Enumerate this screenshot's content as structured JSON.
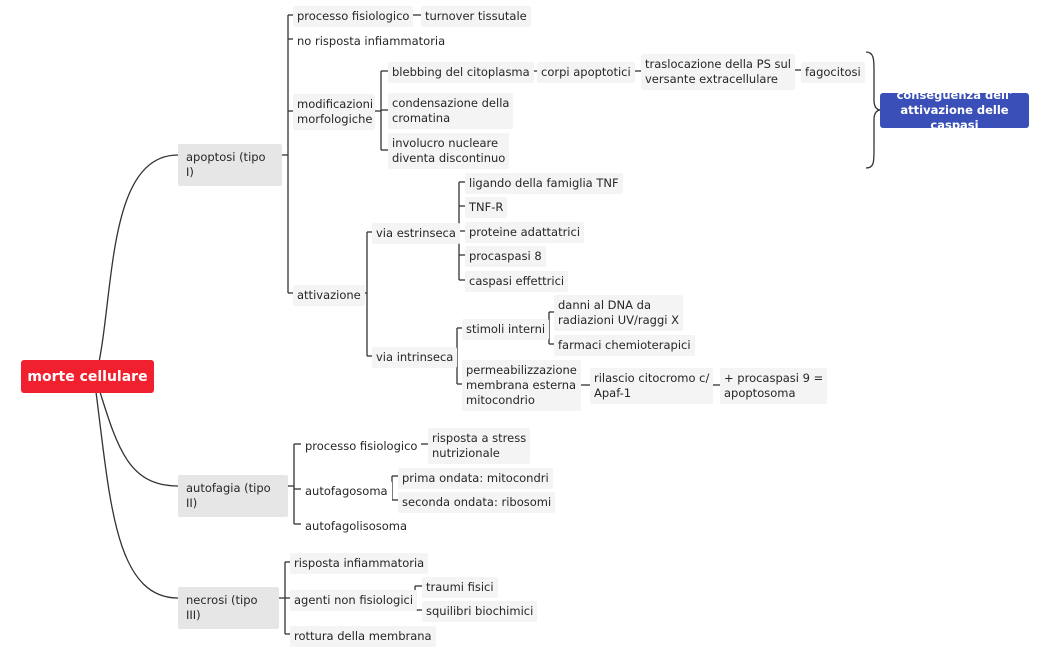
{
  "root": "morte cellulare",
  "callout": "conseguenza dell'\nattivazione delle caspasi",
  "main": {
    "apoptosi": "apoptosi (tipo I)",
    "autofagia": "autofagia (tipo II)",
    "necrosi": "necrosi (tipo III)"
  },
  "apoptosi": {
    "processo": "processo fisiologico",
    "turnover": "turnover tissutale",
    "no_infiammatoria": "no risposta infiammatoria",
    "modificazioni": "modificazioni\nmorfologiche",
    "blebbing": "blebbing del citoplasma",
    "corpi": "corpi apoptotici",
    "traslocazione": "traslocazione della PS sul\nversante extracellulare",
    "fagocitosi": "fagocitosi",
    "condensazione": "condensazione della\ncromatina",
    "involucro": "involucro nucleare\ndiventa discontinuo",
    "attivazione": "attivazione",
    "estrinseca": "via estrinseca",
    "ligando": "ligando della famiglia TNF",
    "tnfr": "TNF-R",
    "proteine": "proteine adattatrici",
    "procaspasi8": "procaspasi 8",
    "caspasi": "caspasi effettrici",
    "intrinseca": "via intrinseca",
    "stimoli": "stimoli interni",
    "danni": "danni al DNA da\nradiazioni UV/raggi X",
    "farmaci": "farmaci chemioterapici",
    "permeabilizzazione": "permeabilizzazione\nmembrana esterna\nmitocondrio",
    "rilascio": "rilascio citocromo c/\nApaf-1",
    "apoptosoma": "+ procaspasi 9 =\napoptosoma"
  },
  "autofagia": {
    "processo": "processo fisiologico",
    "risposta": "risposta a stress\nnutrizionale",
    "autofagosoma": "autofagosoma",
    "prima": "prima ondata: mitocondri",
    "seconda": "seconda ondata: ribosomi",
    "autofagolisosoma": "autofagolisosoma"
  },
  "necrosi": {
    "risposta": "risposta infiammatoria",
    "agenti": "agenti non fisiologici",
    "traumi": "traumi fisici",
    "squilibri": "squilibri biochimici",
    "rottura": "rottura della membrana"
  }
}
